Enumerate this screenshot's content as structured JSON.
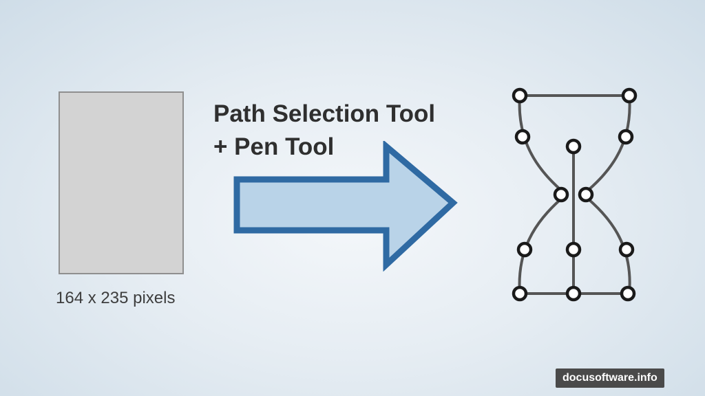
{
  "source": {
    "size_label": "164 x 235 pixels"
  },
  "title": {
    "line1": "Path Selection Tool",
    "line2": "+ Pen Tool"
  },
  "watermark": {
    "text": "docusoftware.info"
  },
  "colors": {
    "arrow_fill": "#b9d3e8",
    "arrow_stroke": "#2f6aa3",
    "path_stroke": "#555555",
    "anchor_stroke": "#1a1a1a"
  },
  "icons": [
    "right-arrow-icon",
    "hourglass-path-icon"
  ]
}
